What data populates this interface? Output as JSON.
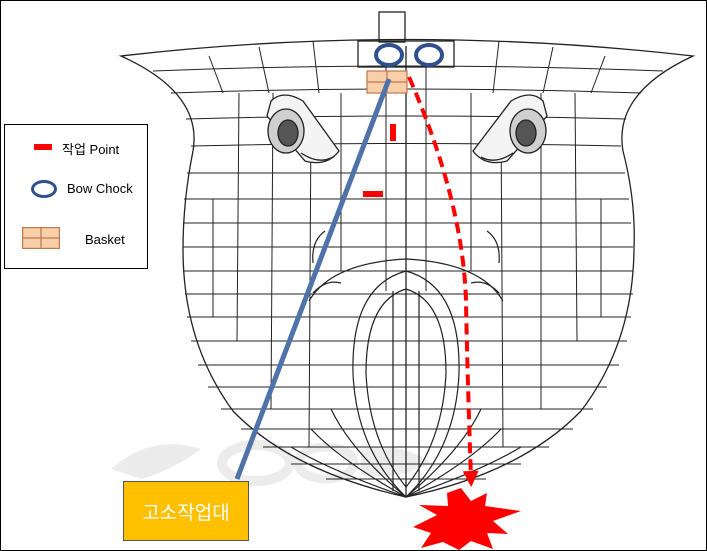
{
  "legend": {
    "items": [
      {
        "label": "작업 Point",
        "symbol": "red-dash-icon"
      },
      {
        "label": "Bow Chock",
        "symbol": "blue-ring-icon"
      },
      {
        "label": "Basket",
        "symbol": "basket-grid-icon"
      }
    ]
  },
  "platform_label": "고소작업대",
  "colors": {
    "work_point": "#ff0000",
    "bow_chock": "#2f4f8f",
    "basket_fill": "#f8cfa8",
    "basket_stroke": "#c07850",
    "boom": "#4f73a8",
    "platform_box": "#ffc000",
    "hull_lines": "#222222",
    "impact_burst": "#ff0000"
  }
}
